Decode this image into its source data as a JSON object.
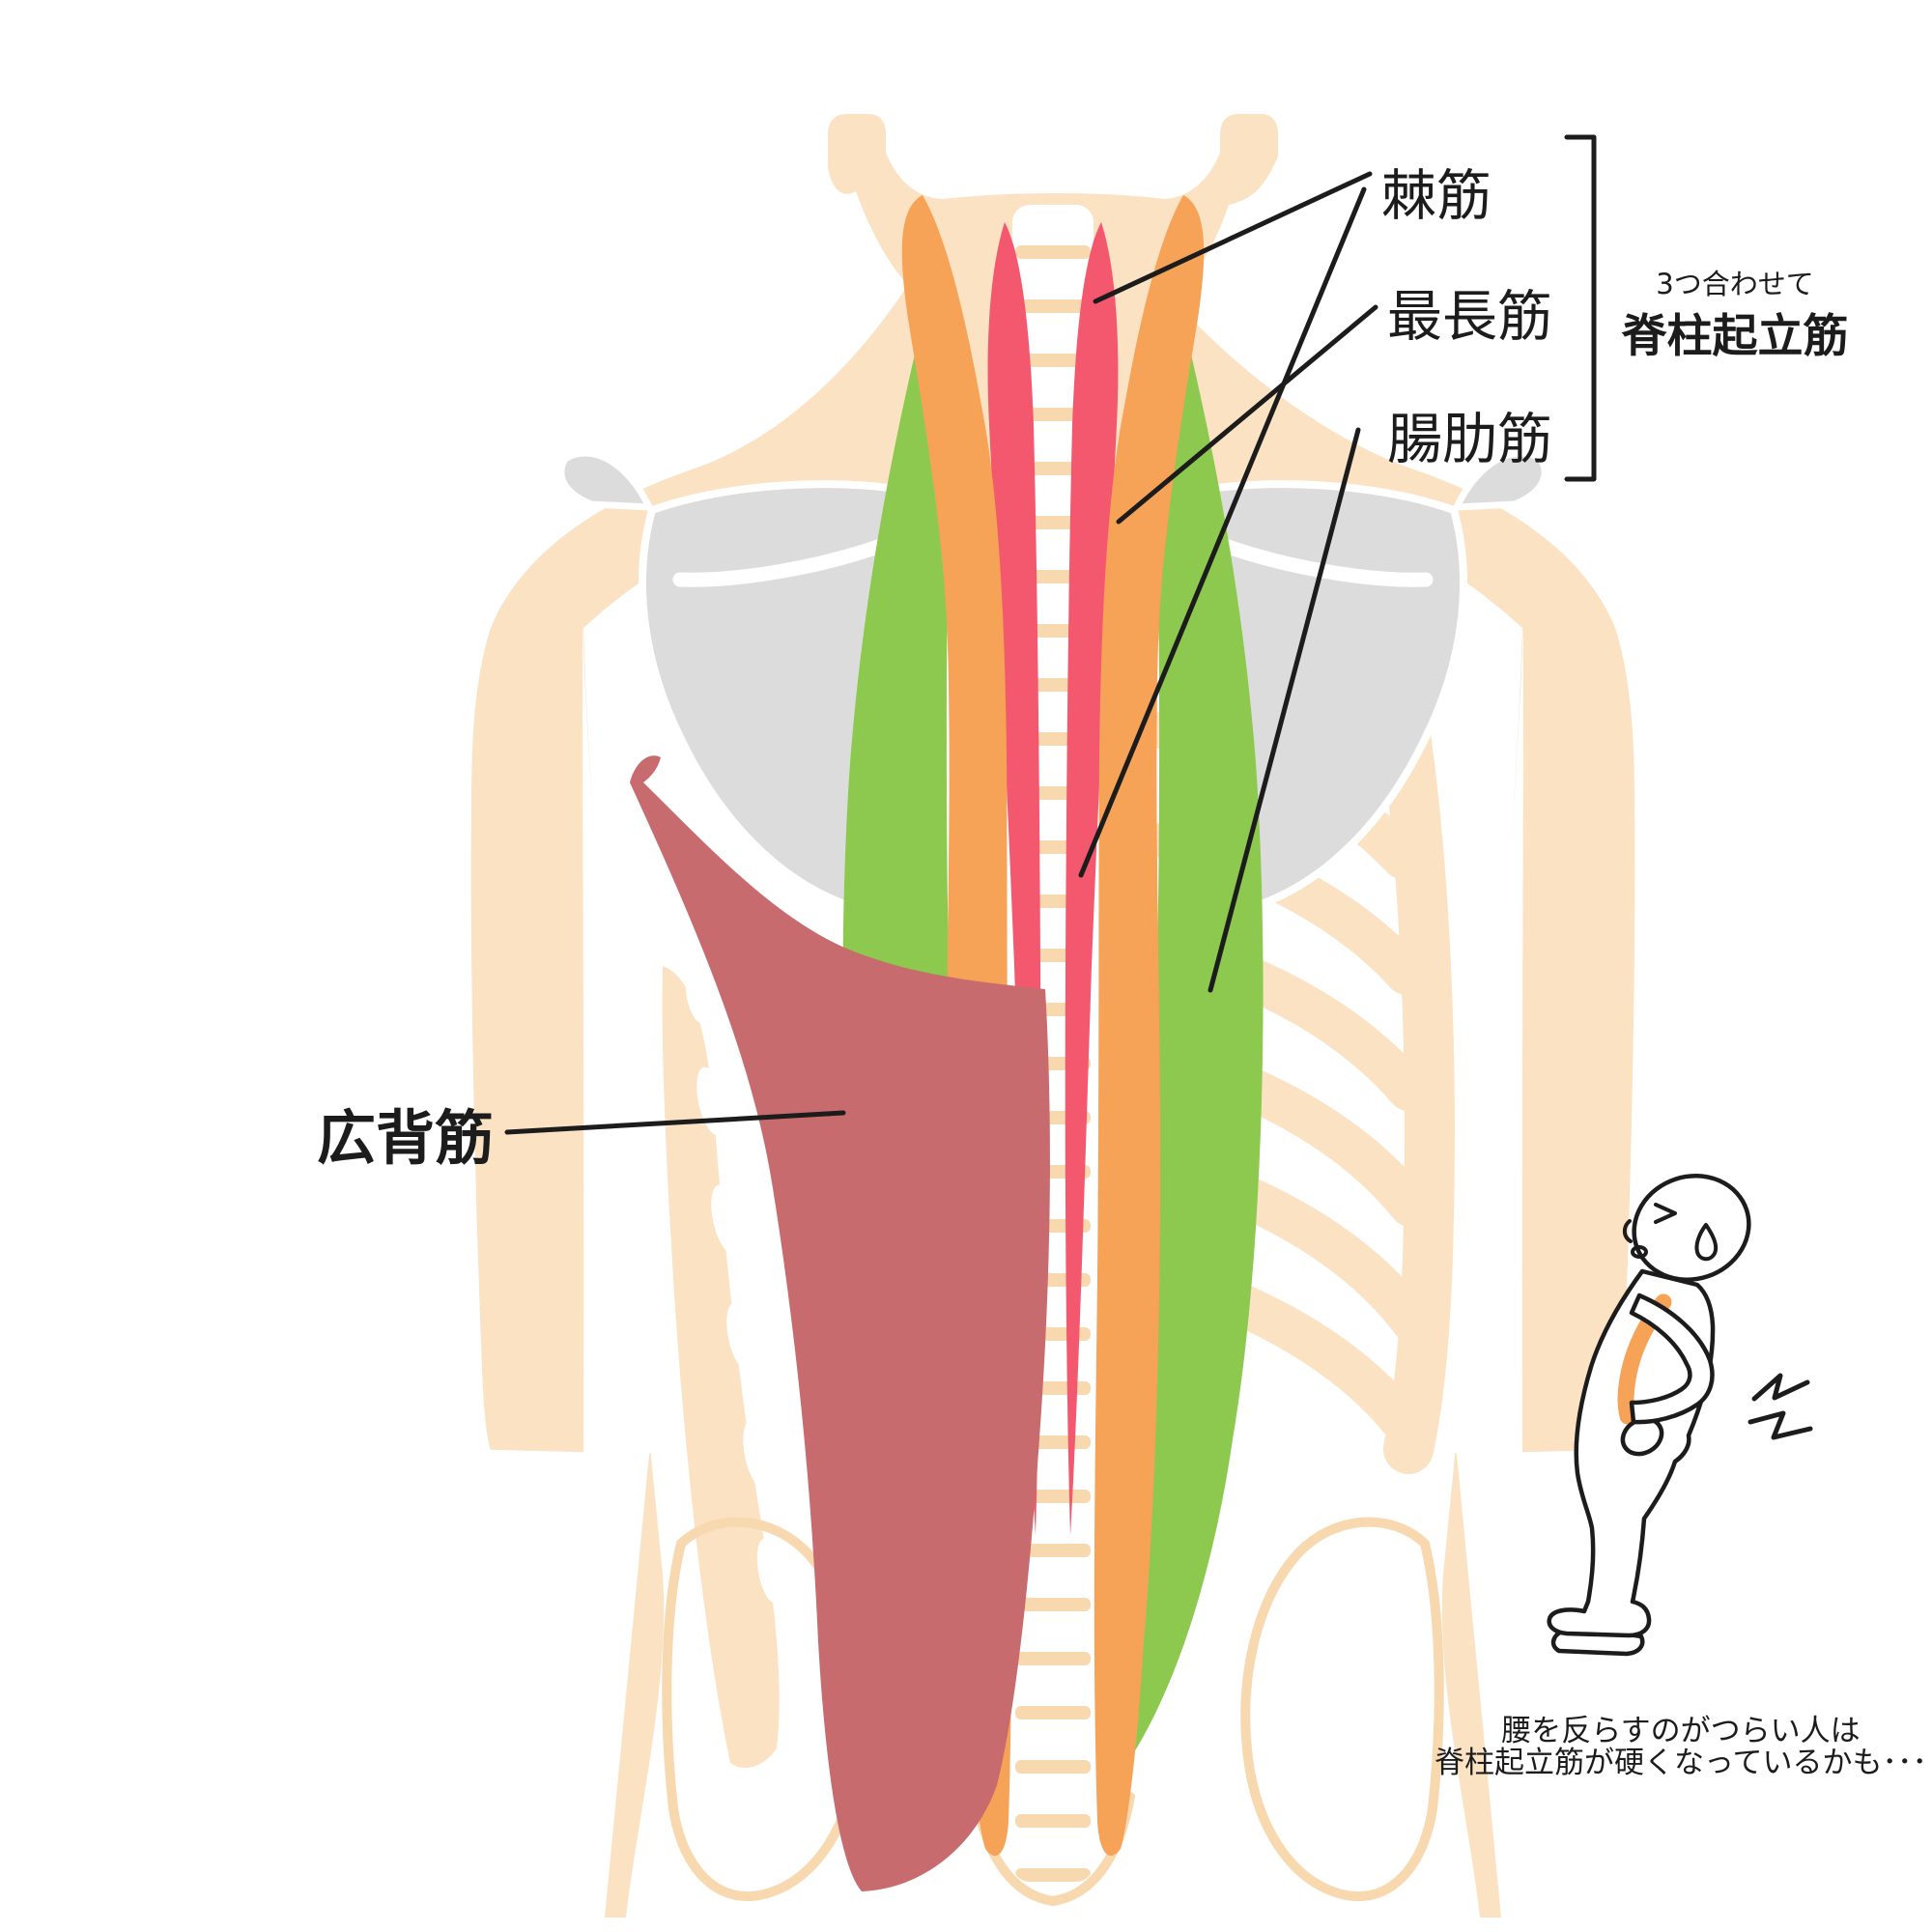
{
  "diagram": {
    "labels": {
      "spinalis": "棘筋",
      "longissimus": "最長筋",
      "iliocostalis": "腸肋筋",
      "latissimus": "広背筋",
      "erector_note": "3つ合わせて",
      "erector": "脊柱起立筋"
    },
    "caption": {
      "line1": "腰を反らすのがつらい人は",
      "line2": "脊柱起立筋が硬くなっているかも･･･"
    },
    "colors": {
      "skin": "#FBE2C3",
      "skin_shade": "#F8D8AE",
      "spinalis_pink": "#F4586F",
      "longissimus_orange": "#F6A257",
      "iliocostalis_green": "#8CC94E",
      "latissimus_red": "#C76B6E",
      "bone_gray": "#DCDCDC",
      "outline_black": "#1C1C1C"
    }
  }
}
